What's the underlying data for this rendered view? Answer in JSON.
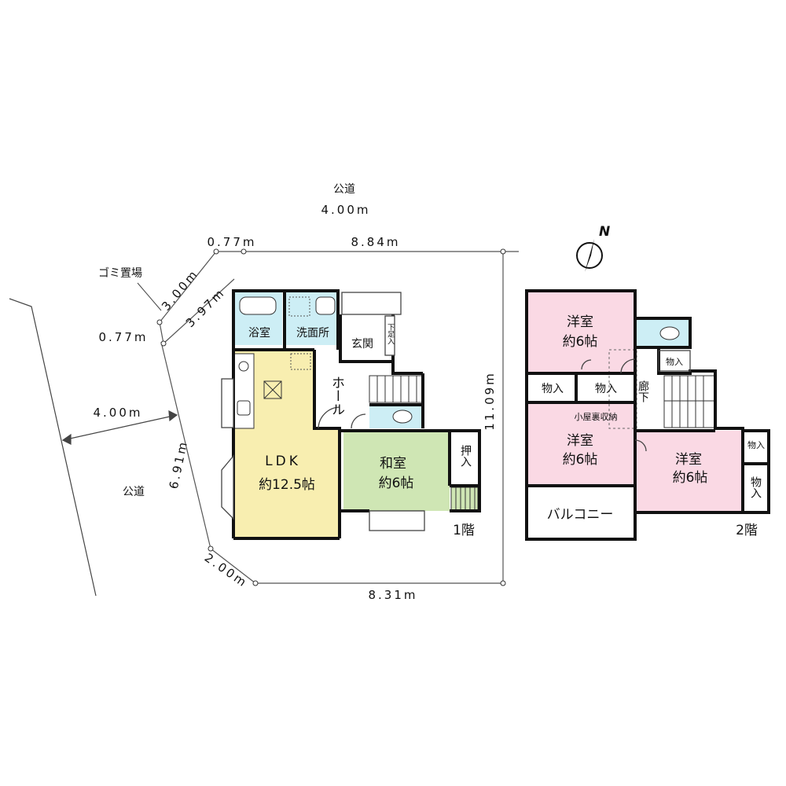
{
  "road_north": {
    "name": "公道",
    "width": "4.00m"
  },
  "road_west": {
    "name": "公道",
    "width": "4.00m"
  },
  "garbage": "ゴミ置場",
  "north_mark": "N",
  "dims": {
    "top_short": "0.77m",
    "top_long": "8.84m",
    "diag1": "3.00m",
    "diag2": "3.97m",
    "left_short": "0.77m",
    "left_long": "6.91m",
    "right": "11.09m",
    "bottom_diag": "2.00m",
    "bottom": "8.31m"
  },
  "floor1": {
    "label": "1階",
    "bath": "浴室",
    "wash": "洗面所",
    "entrance": "玄関",
    "shoe": "下足入",
    "hall": "ホール",
    "ldk_name": "LDK",
    "ldk_size": "約12.5帖",
    "washitsu_name": "和室",
    "washitsu_size": "約6帖",
    "oshiire": "押入"
  },
  "floor2": {
    "label": "2階",
    "room_a_name": "洋室",
    "room_a_size": "約6帖",
    "room_b_name": "洋室",
    "room_b_size": "約6帖",
    "room_c_name": "洋室",
    "room_c_size": "約6帖",
    "closet_1": "物入",
    "closet_2": "物入",
    "closet_3": "物入",
    "closet_4": "物入",
    "closet_5": "物入",
    "corridor": "廊下",
    "attic": "小屋裏収納",
    "balcony": "バルコニー"
  },
  "colors": {
    "ldk": "#f8eeb0",
    "washitsu": "#cfe6b4",
    "wet": "#cdeef5",
    "western": "#fad9e4",
    "wall": "#111111"
  }
}
